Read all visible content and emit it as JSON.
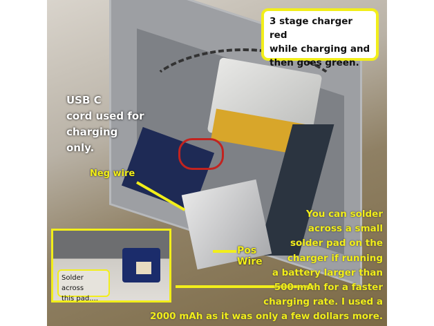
{
  "annotations": {
    "charger_callout": [
      "3 stage charger red",
      "while charging and",
      "then goes green."
    ],
    "usb_cord": [
      "USB C",
      "cord used for",
      "charging",
      "only."
    ],
    "neg_wire": "Neg wire",
    "pos_wire": [
      "Pos",
      "Wire"
    ],
    "inset_label": [
      "Solder across",
      "this pad...."
    ],
    "solder_note": [
      "You can solder",
      "across a small",
      "solder pad on the",
      "charger if running",
      "a battery larger than",
      "500 mAh for a faster",
      "charging rate.  I used a",
      "2000 mAh as it was only a few dollars more."
    ]
  },
  "colors": {
    "annotation": "#f2ee1a",
    "wire": "#c2231f"
  }
}
